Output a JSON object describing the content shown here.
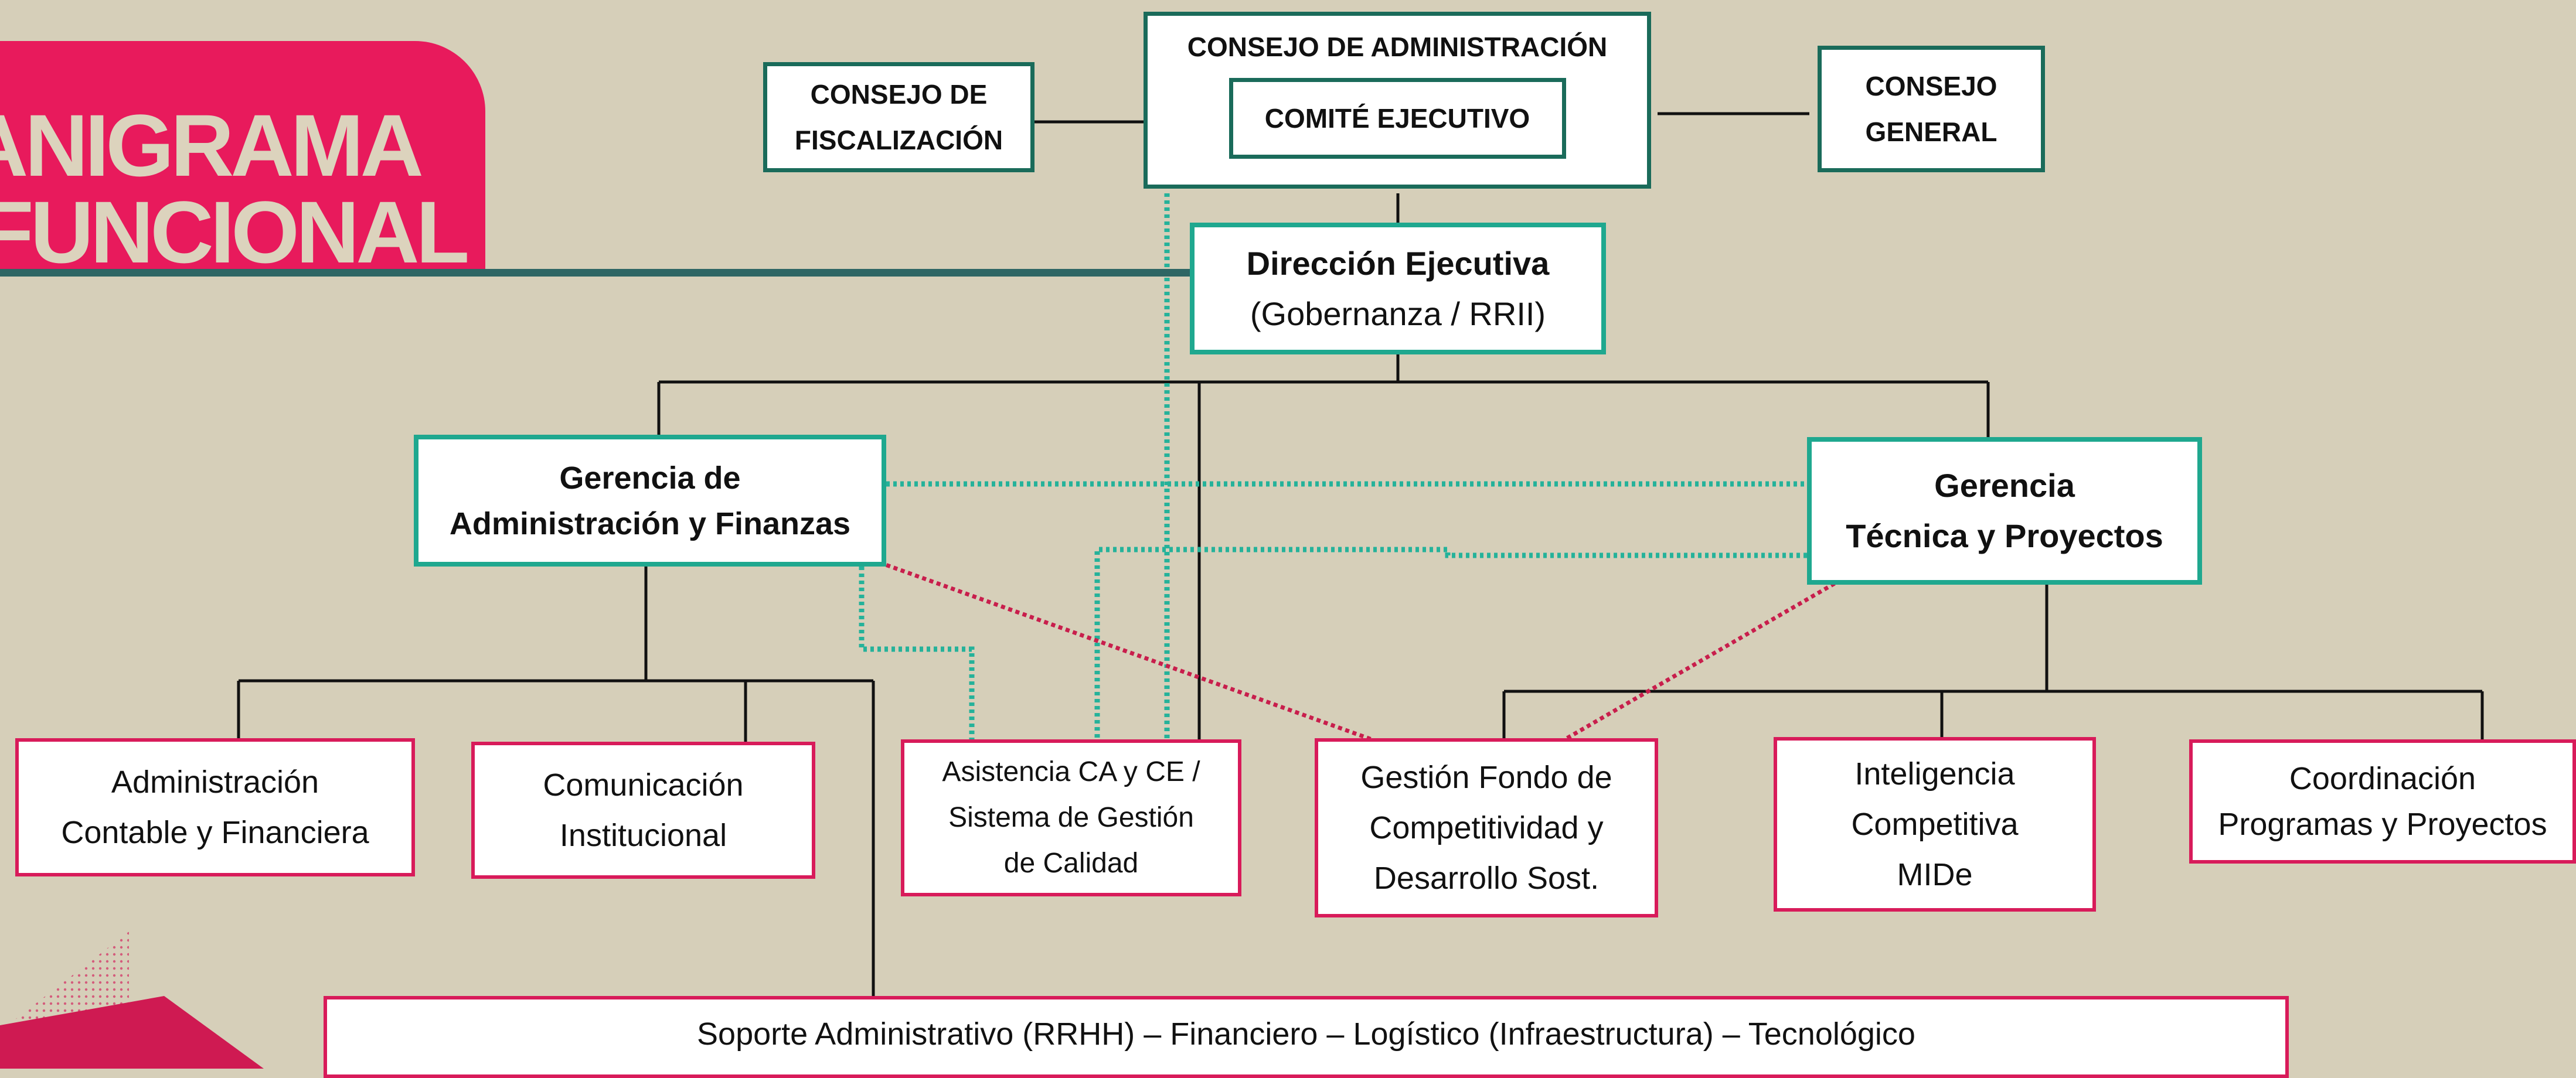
{
  "title": {
    "line1": "ANIGRAMA",
    "line2": "FUNCIONAL"
  },
  "governance": {
    "board": {
      "title": "CONSEJO DE ADMINISTRACIÓN",
      "committee": "COMITÉ EJECUTIVO"
    },
    "fiscal_council": [
      "CONSEJO DE",
      "FISCALIZACIÓN"
    ],
    "general_council": [
      "CONSEJO",
      "GENERAL"
    ]
  },
  "executive": {
    "name": "Dirección Ejecutiva",
    "detail": "(Gobernanza / RRII)"
  },
  "managements": {
    "admin": [
      "Gerencia de",
      "Administración y Finanzas"
    ],
    "technical": [
      "Gerencia",
      "Técnica y Proyectos"
    ]
  },
  "units": {
    "admin_contable": [
      "Administración",
      "Contable y Financiera"
    ],
    "comunicacion": [
      "Comunicación",
      "Institucional"
    ],
    "asistencia": [
      "Asistencia CA y CE /",
      "Sistema de Gestión",
      "de Calidad"
    ],
    "gestion_fondo": [
      "Gestión Fondo de",
      "Competitividad y",
      "Desarrollo Sost."
    ],
    "inteligencia": [
      "Inteligencia",
      "Competitiva",
      "MIDe"
    ],
    "coordinacion": [
      "Coordinación",
      "Programas y Proyectos"
    ]
  },
  "support": {
    "label": "Soporte Administrativo (RRHH) – Financiero – Logístico (Infraestructura) – Tecnológico"
  },
  "colors": {
    "background": "#d6cfb9",
    "title_tab": "#e81a5c",
    "board_border": "#1a6b5a",
    "teal_border": "#1fa88f",
    "pink_border": "#d81b5a",
    "solid_line": "#111111",
    "dotted_teal": "#25b29a",
    "dotted_pink": "#c81e4c",
    "title_underline": "#2e6664"
  }
}
